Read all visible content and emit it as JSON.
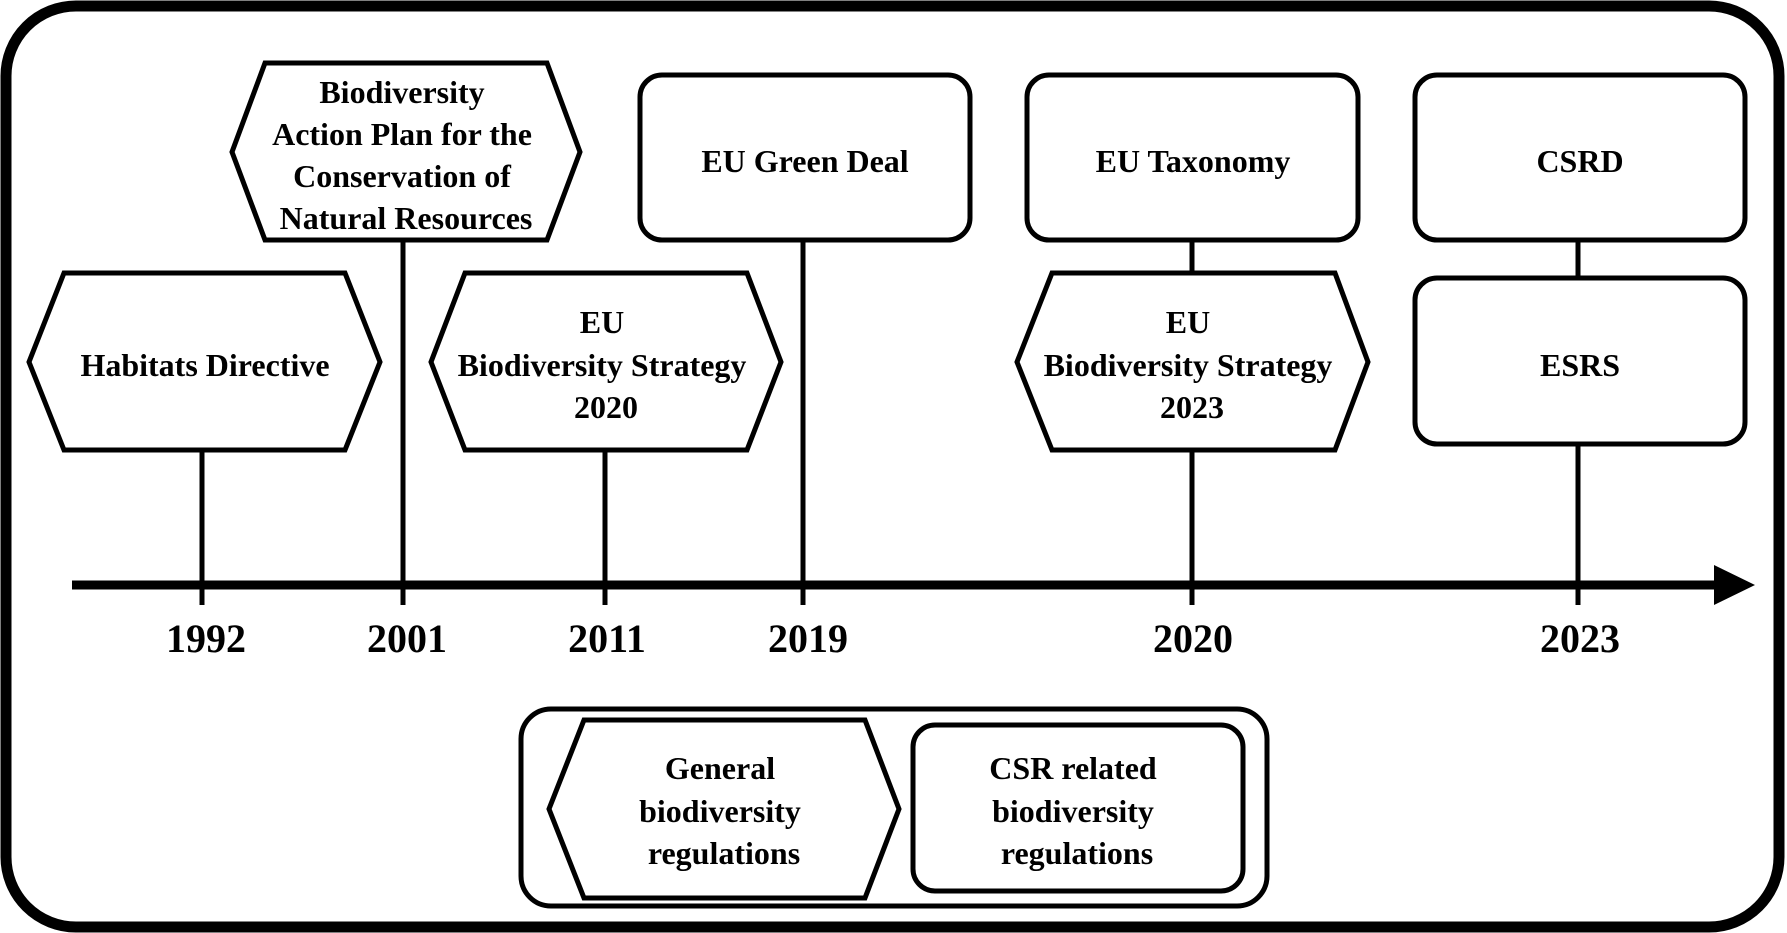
{
  "timeline": {
    "years": [
      "1992",
      "2001",
      "2011",
      "2019",
      "2020",
      "2023"
    ]
  },
  "events": {
    "habitats": [
      "Habitats Directive"
    ],
    "action_plan": [
      "Biodiversity",
      "Action Plan for the",
      "Conservation of",
      "Natural Resources"
    ],
    "strategy_2020": [
      "EU",
      "Biodiversity Strategy",
      "2020"
    ],
    "green_deal": [
      "EU Green Deal"
    ],
    "taxonomy": [
      "EU Taxonomy"
    ],
    "strategy_2023": [
      "EU",
      "Biodiversity Strategy",
      "2023"
    ],
    "csrd": [
      "CSRD"
    ],
    "esrs": [
      "ESRS"
    ]
  },
  "legend": {
    "general": [
      "General",
      "biodiversity",
      "regulations"
    ],
    "csr": [
      "CSR related",
      "biodiversity",
      "regulations"
    ]
  },
  "colors": {
    "stroke": "#000000",
    "fill": "#ffffff",
    "text": "#000000"
  }
}
